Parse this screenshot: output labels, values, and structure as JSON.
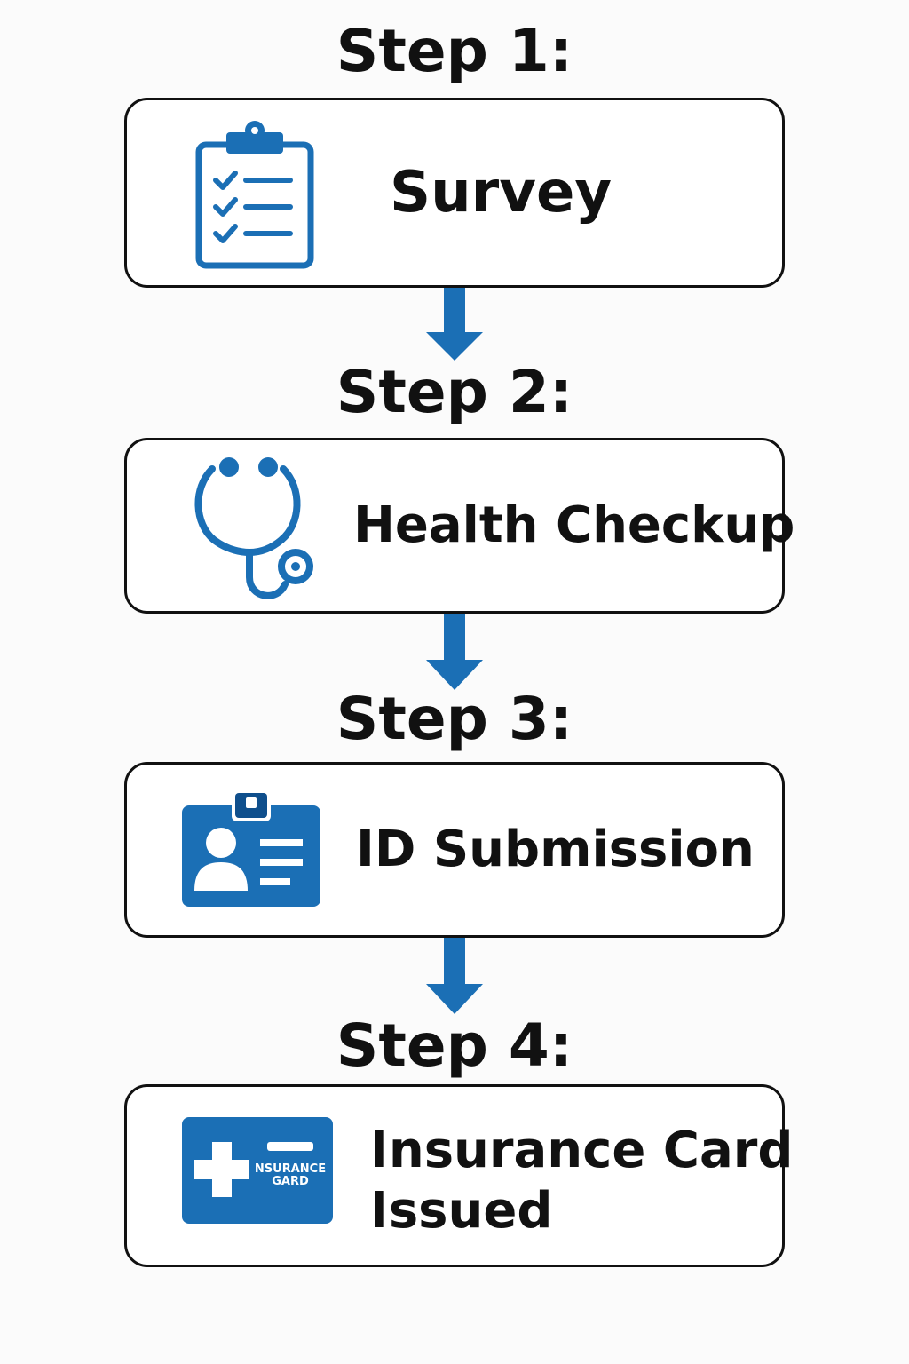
{
  "colors": {
    "accent": "#1b6fb5",
    "accent_dark": "#0f4f8c",
    "text": "#111111",
    "border": "#111111"
  },
  "steps": [
    {
      "title": "Step 1:",
      "label": "Survey",
      "icon": "clipboard-checklist-icon"
    },
    {
      "title": "Step 2:",
      "label": "Health Checkup",
      "icon": "stethoscope-icon"
    },
    {
      "title": "Step 3:",
      "label": "ID Submission",
      "icon": "id-badge-icon"
    },
    {
      "title": "Step 4:",
      "label_line1": "Insurance Card",
      "label_line2": "Issued",
      "icon": "insurance-card-icon",
      "card_text_line1": "NSURANCE",
      "card_text_line2": "GARD"
    }
  ],
  "connectors": [
    "arrow-down-icon",
    "arrow-down-icon",
    "arrow-down-icon"
  ]
}
